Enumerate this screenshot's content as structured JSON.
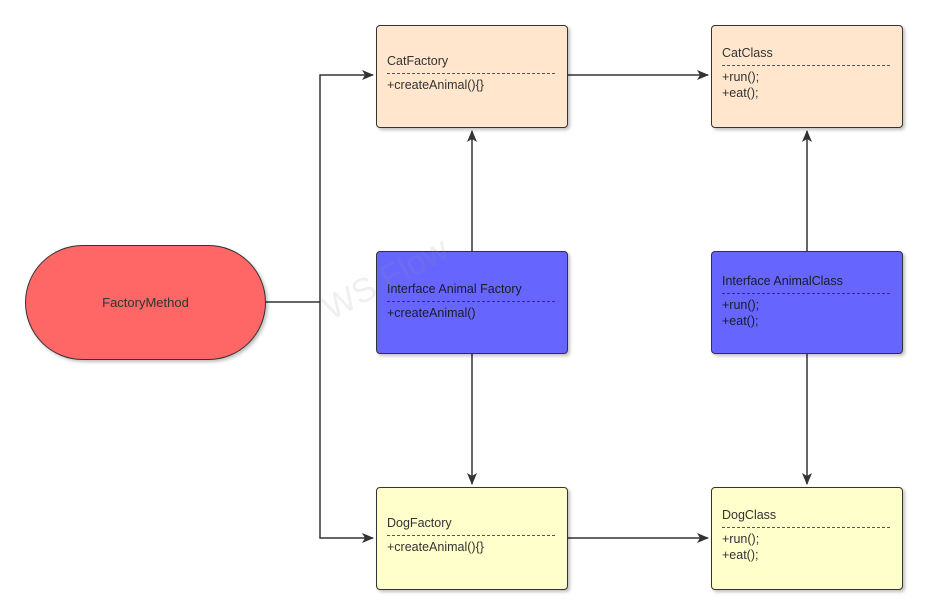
{
  "colors": {
    "factory_fill": "#ffe6cc",
    "interface_fill": "#6666ff",
    "dog_fill": "#ffffcc",
    "terminator_fill": "#ff6666",
    "stroke": "#333333"
  },
  "terminator": {
    "label": "FactoryMethod"
  },
  "boxes": {
    "cat_factory": {
      "title": "CatFactory",
      "methods": [
        "+createAnimal(){}"
      ]
    },
    "cat_class": {
      "title": "CatClass",
      "methods": [
        "+run();",
        "+eat();"
      ]
    },
    "interface_animal_factory": {
      "title": "Interface Animal Factory",
      "methods": [
        "+createAnimal()"
      ]
    },
    "interface_animal_class": {
      "title": "Interface AnimalClass",
      "methods": [
        "+run();",
        "+eat();"
      ]
    },
    "dog_factory": {
      "title": "DogFactory",
      "methods": [
        "+createAnimal(){}"
      ]
    },
    "dog_class": {
      "title": "DogClass",
      "methods": [
        "+run();",
        "+eat();"
      ]
    }
  },
  "watermark": "WS Flow"
}
